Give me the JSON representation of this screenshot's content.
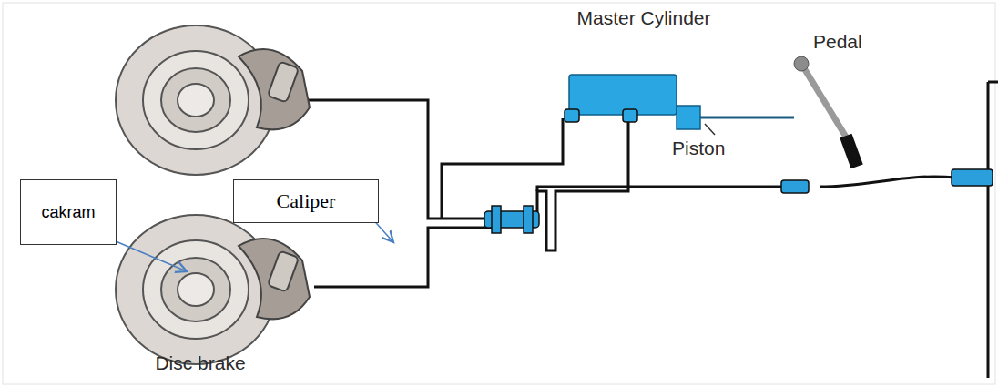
{
  "diagram": {
    "nodes": [
      {
        "text": [
          "cakram"
        ]
      },
      {
        "text": [
          "Caliper"
        ]
      }
    ],
    "labels": [
      "Master Cylinder",
      "Pedal",
      "Piston",
      "Disc brake"
    ]
  }
}
